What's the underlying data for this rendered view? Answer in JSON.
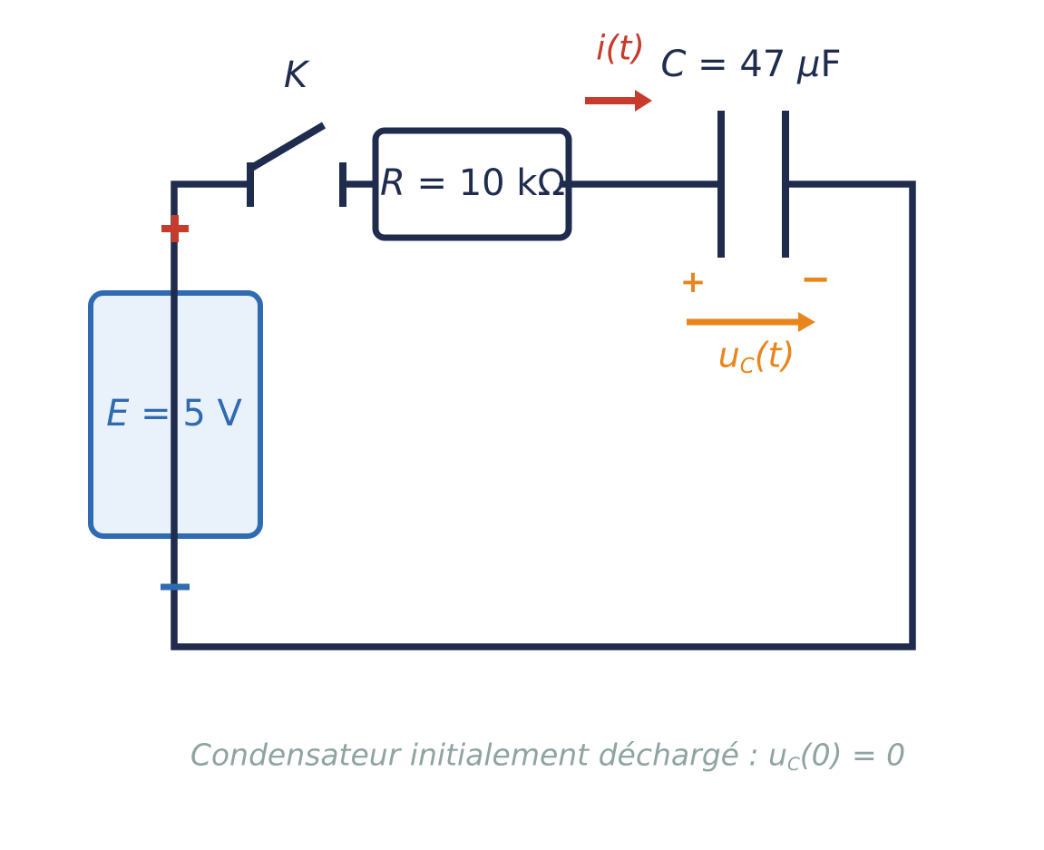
{
  "colors": {
    "background": "#ffffff",
    "wire": "#1f2c4e",
    "accent_red": "#c63b2b",
    "accent_orange": "#e8861d",
    "battery_stroke": "#2e6bb0",
    "battery_fill": "#e9f1fb",
    "battery_text": "#2e6bb0",
    "caption_text": "#90a3a3"
  },
  "switch": {
    "label": "K"
  },
  "current": {
    "label": "i(t)"
  },
  "capacitor": {
    "symbol": "C",
    "value": " = 47 ",
    "mu": "μ",
    "unit": "F",
    "plus": "+",
    "minus": "−"
  },
  "resistor": {
    "symbol": "R",
    "value": " = 10 kΩ"
  },
  "source": {
    "symbol": "E",
    "value": " = 5 V",
    "plus": "+",
    "minus": "−"
  },
  "voltage": {
    "symbol": "u",
    "subscript": "C",
    "argument": "(t)"
  },
  "caption": {
    "part1": "Condensateur initialement déchargé : u",
    "subscript": "C",
    "part2": "(0) = 0"
  }
}
